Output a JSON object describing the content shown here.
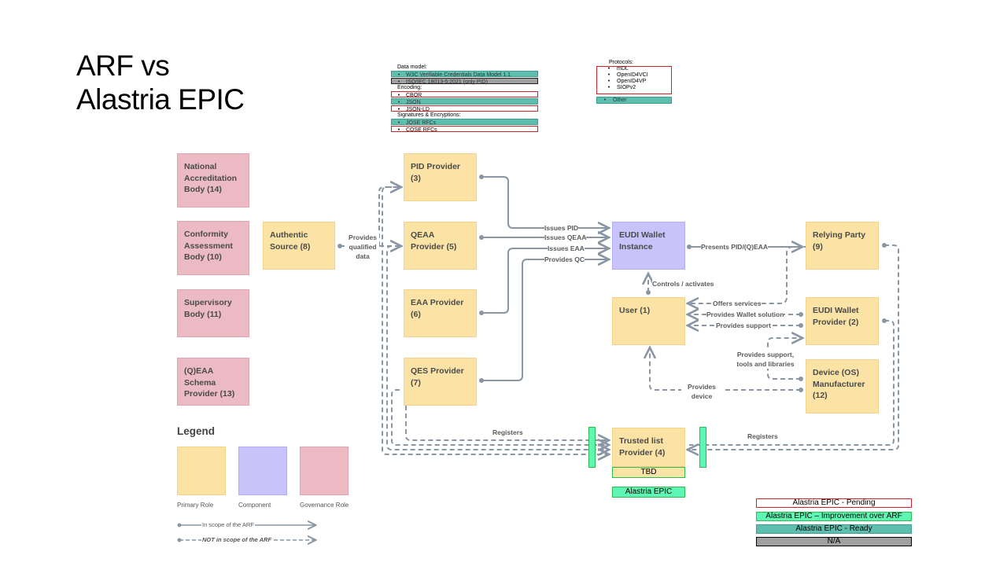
{
  "title": {
    "line1": "ARF vs",
    "line2": "Alastria EPIC"
  },
  "data_model": {
    "header": "Data model:",
    "items": [
      {
        "text": "W3C Verifiable Credentials Data Model 1.1",
        "status": "ready"
      },
      {
        "text": "ISO/IEC 18013-5:2021  (only PID)",
        "status": "na"
      }
    ]
  },
  "encoding": {
    "header": "Encoding:",
    "items": [
      {
        "text": "CBOR",
        "status": "pending"
      },
      {
        "text": "JSON",
        "status": "ready"
      },
      {
        "text": "JSON-LD",
        "status": "pending"
      }
    ]
  },
  "signatures": {
    "header": "Signatures & Encryptions:",
    "items": [
      {
        "text": "JOSE RFCs",
        "status": "ready"
      },
      {
        "text": "COSE RFCs",
        "status": "pending"
      }
    ]
  },
  "protocols": {
    "header": "Protocols:",
    "items": [
      "mDL",
      "OpenID4VCI",
      "OpenID4VP",
      "SIOPv2"
    ],
    "other": "Other"
  },
  "bullet": "•",
  "boxes": {
    "national_accreditation": "National Accreditation Body (14)",
    "conformity_assessment": "Conformity Assessment Body (10)",
    "supervisory": "Supervisory Body (11)",
    "qeaa_schema": "(Q)EAA Schema Provider (13)",
    "authentic_source": "Authentic Source (8)",
    "pid_provider": "PID Provider (3)",
    "qeaa_provider": "QEAA Provider (5)",
    "eaa_provider": "EAA Provider (6)",
    "qes_provider": "QES Provider (7)",
    "eudi_wallet_instance": "EUDI Wallet Instance",
    "user": "User (1)",
    "trusted_list": "Trusted list Provider (4)",
    "relying_party": "Relying Party (9)",
    "eudi_wallet_provider": "EUDI Wallet Provider (2)",
    "device_manufacturer": "Device (OS) Manufacturer (12)"
  },
  "labels": {
    "provides_qualified_data": "Provides qualified data",
    "issues_pid": "Issues PID",
    "issues_qeaa": "Issues QEAA",
    "issues_eaa": "Issues EAA",
    "provides_qc": "Provides QC",
    "presents": "Presents PID/(Q)EAA",
    "controls": "Controls / activates",
    "offers_services": "Offers services",
    "provides_wallet_solution": "Provides Wallet solution",
    "provides_support": "Provides support",
    "provides_support_tools": "Provides support, tools and libraries",
    "provides_device": "Provides device",
    "registers_left": "Registers",
    "registers_right": "Registers"
  },
  "trusted_list_status": {
    "tbd": "TBD",
    "epic": "Alastria EPIC"
  },
  "legend": {
    "title": "Legend",
    "primary": "Primary Role",
    "component": "Component",
    "governance": "Governance Role",
    "in_scope": "In scope of the ARF",
    "not_in_scope": "NOT in scope of the ARF"
  },
  "status_legend": {
    "pending": "Alastria EPIC - Pending",
    "improvement": "Alastria EPIC – Improvement over ARF",
    "ready": "Alastria EPIC - Ready",
    "na": "N/A"
  },
  "colors": {
    "governance": "#ecbac3",
    "primary": "#fbe3a5",
    "component": "#c9c3fb",
    "ready": "#5fbfae",
    "improvement": "#5ff5b5",
    "pending_border": "#d0202a",
    "na": "#a0a0a0",
    "line": "#8a96a3"
  }
}
